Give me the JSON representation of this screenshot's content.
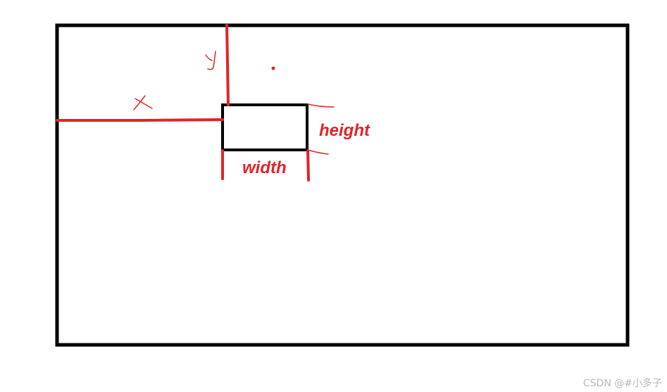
{
  "diagram": {
    "labels": {
      "x": "x",
      "y": "y",
      "height": "height",
      "width": "width"
    },
    "colors": {
      "annotation": "#e02428",
      "outline": "#000000",
      "watermark": "#b8b8b8"
    }
  },
  "watermark": {
    "text": "CSDN @#小多子"
  }
}
